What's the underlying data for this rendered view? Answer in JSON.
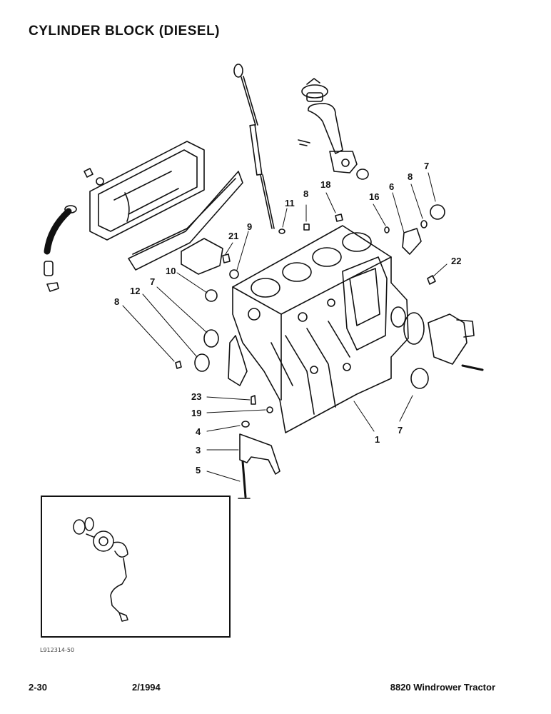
{
  "header": {
    "title": "CYLINDER BLOCK (DIESEL)"
  },
  "callouts": {
    "c11": "11",
    "c8a": "8",
    "c18": "18",
    "c16": "16",
    "c6": "6",
    "c8b": "8",
    "c7a": "7",
    "c21": "21",
    "c9": "9",
    "c10": "10",
    "c7b": "7",
    "c12": "12",
    "c8c": "8",
    "c22": "22",
    "c23": "23",
    "c19": "19",
    "c4": "4",
    "c3": "3",
    "c5": "5",
    "c1": "1",
    "c7c": "7"
  },
  "figure_id": "L912314-50",
  "footer": {
    "page": "2-30",
    "date": "2/1994",
    "model": "8820 Windrower Tractor"
  }
}
